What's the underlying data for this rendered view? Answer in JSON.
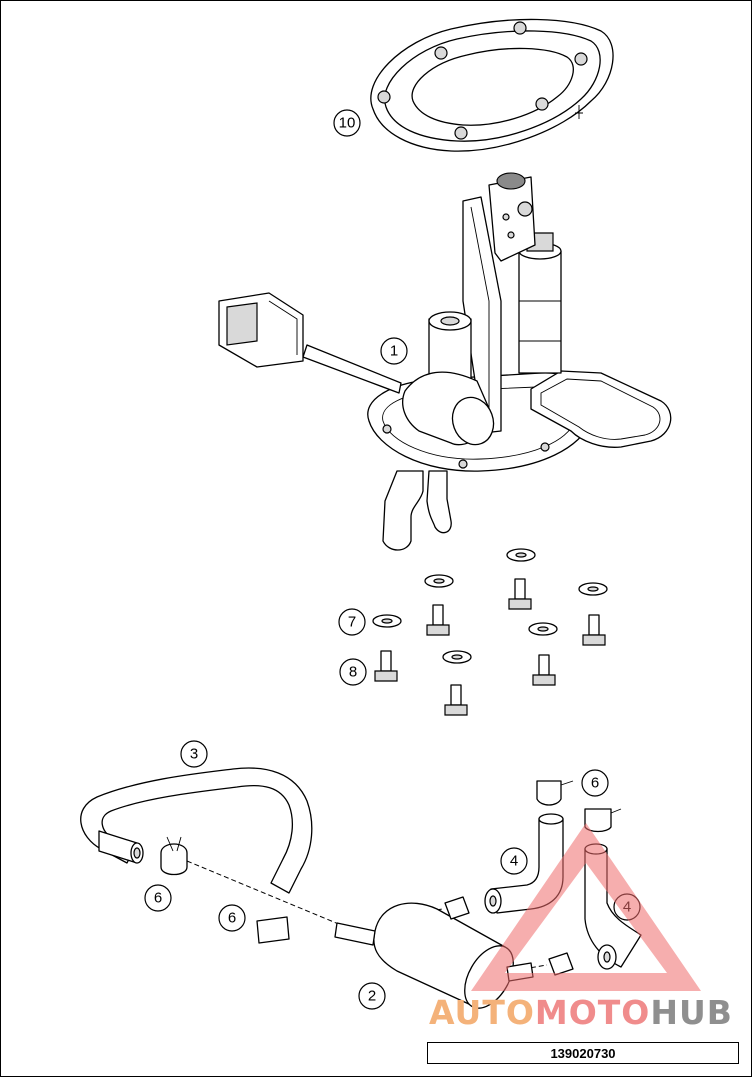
{
  "diagram": {
    "callouts": [
      "10",
      "1",
      "7",
      "8",
      "3",
      "6",
      "6",
      "6",
      "4",
      "4",
      "2"
    ],
    "code": "139020730"
  },
  "watermark": {
    "part1": "AUTO",
    "part2": "MOTO",
    "part3": "HUB",
    "colors": {
      "auto": "#f4b27a",
      "moto": "#f08c8c",
      "hub": "#8f8f8f",
      "triangle": "#ee6b6b"
    }
  }
}
